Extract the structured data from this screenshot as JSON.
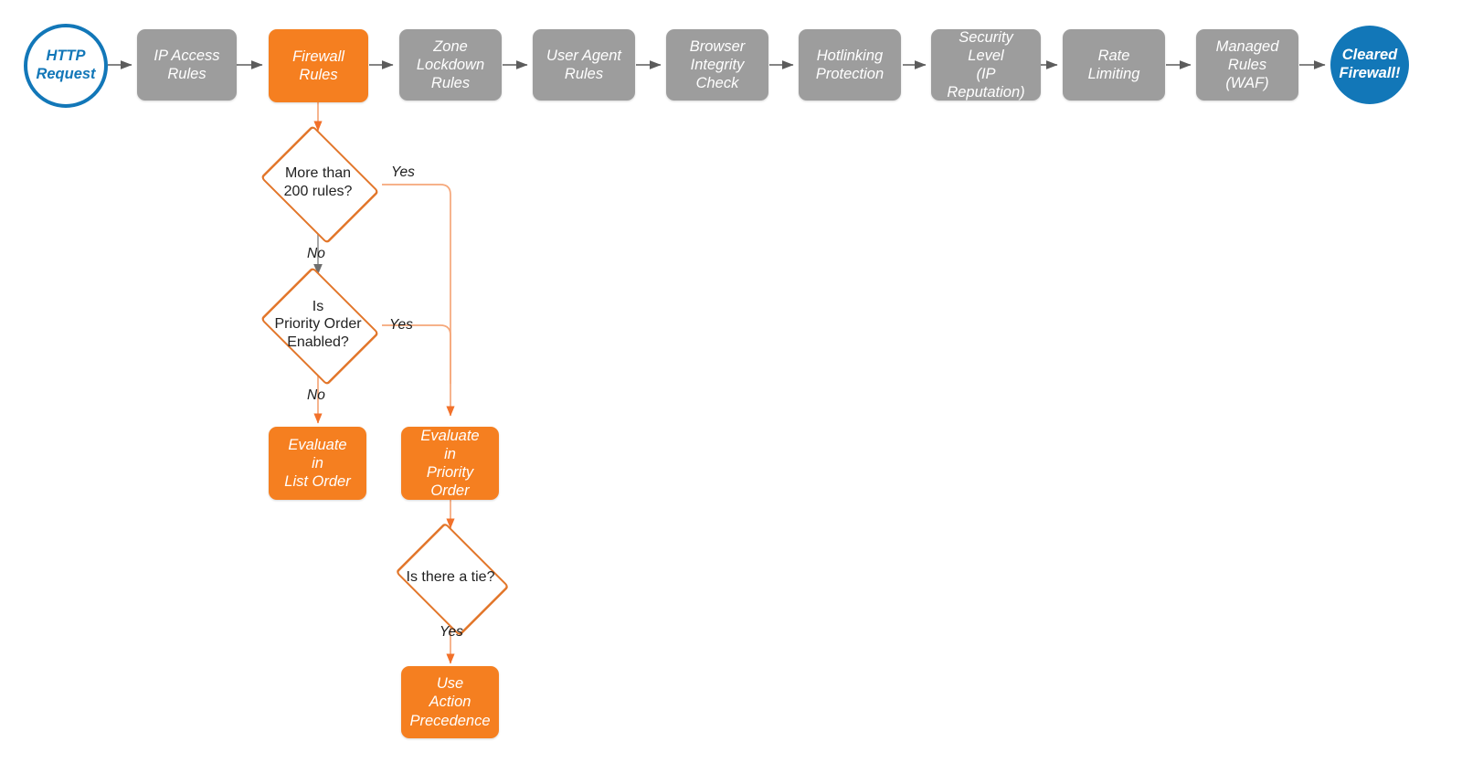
{
  "diagram": {
    "title": "Cloudflare HTTP Request Firewall Evaluation Order",
    "colors": {
      "orange_fill": "#f57f20",
      "orange_stroke": "#e2762a",
      "orange_wire": "#f5a77a",
      "gray_fill": "#9d9d9d",
      "gray_wire": "#5c5c5c",
      "blue": "#1277b8",
      "background": "#ffffff",
      "text_dark": "#222222"
    }
  },
  "pipeline": {
    "start": {
      "label": "HTTP\nRequest",
      "shape": "circle-hollow"
    },
    "steps": [
      {
        "label": "IP Access\nRules",
        "state": "gray"
      },
      {
        "label": "Firewall\nRules",
        "state": "orange"
      },
      {
        "label": "Zone\nLockdown\nRules",
        "state": "gray"
      },
      {
        "label": "User Agent\nRules",
        "state": "gray"
      },
      {
        "label": "Browser\nIntegrity\nCheck",
        "state": "gray"
      },
      {
        "label": "Hotlinking\nProtection",
        "state": "gray"
      },
      {
        "label": "Security\nLevel\n(IP Reputation)",
        "state": "gray"
      },
      {
        "label": "Rate\nLimiting",
        "state": "gray"
      },
      {
        "label": "Managed\nRules\n(WAF)",
        "state": "gray"
      }
    ],
    "end": {
      "label": "Cleared\nFirewall!",
      "shape": "circle-filled"
    }
  },
  "subflow": {
    "decision_rule_count": {
      "label": "More than\n200 rules?"
    },
    "decision_priority_order": {
      "label": "Is\nPriority Order\nEnabled?"
    },
    "decision_tie": {
      "label": "Is there a tie?"
    },
    "action_list_order": {
      "label": "Evaluate\nin\nList Order"
    },
    "action_priority_order": {
      "label": "Evaluate\nin\nPriority Order"
    },
    "action_precedence": {
      "label": "Use\nAction\nPrecedence"
    },
    "edges": {
      "rules_yes": "Yes",
      "rules_no": "No",
      "priority_yes": "Yes",
      "priority_no": "No",
      "tie_yes": "Yes"
    }
  }
}
